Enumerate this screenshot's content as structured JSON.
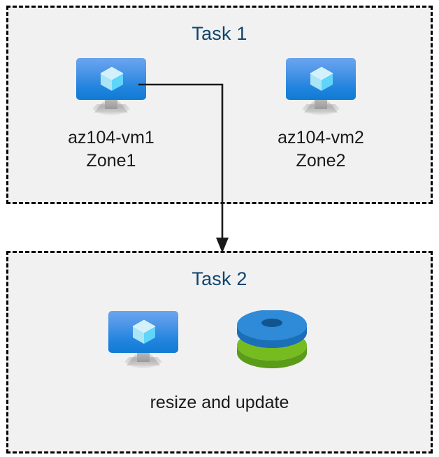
{
  "diagram": {
    "background_color": "#ffffff",
    "box_fill_color": "#f1f1f1",
    "box_border_color": "#000000",
    "title_color": "#10456e",
    "label_color": "#1a1a1a",
    "connector_color": "#1a1a1a"
  },
  "task1": {
    "title": "Task 1",
    "vms": [
      {
        "icon": "virtual-machine-icon",
        "name": "az104-vm1",
        "zone": "Zone1",
        "caption": "az104-vm1\nZone1"
      },
      {
        "icon": "virtual-machine-icon",
        "name": "az104-vm2",
        "zone": "Zone2",
        "caption": "az104-vm2\nZone2"
      }
    ]
  },
  "task2": {
    "title": "Task 2",
    "icons": [
      {
        "icon": "virtual-machine-icon"
      },
      {
        "icon": "disks-icon"
      }
    ],
    "caption": "resize and update"
  },
  "connector": {
    "label": "",
    "from": "az104-vm1",
    "to": "Task 2",
    "arrow": "down-arrow"
  }
}
